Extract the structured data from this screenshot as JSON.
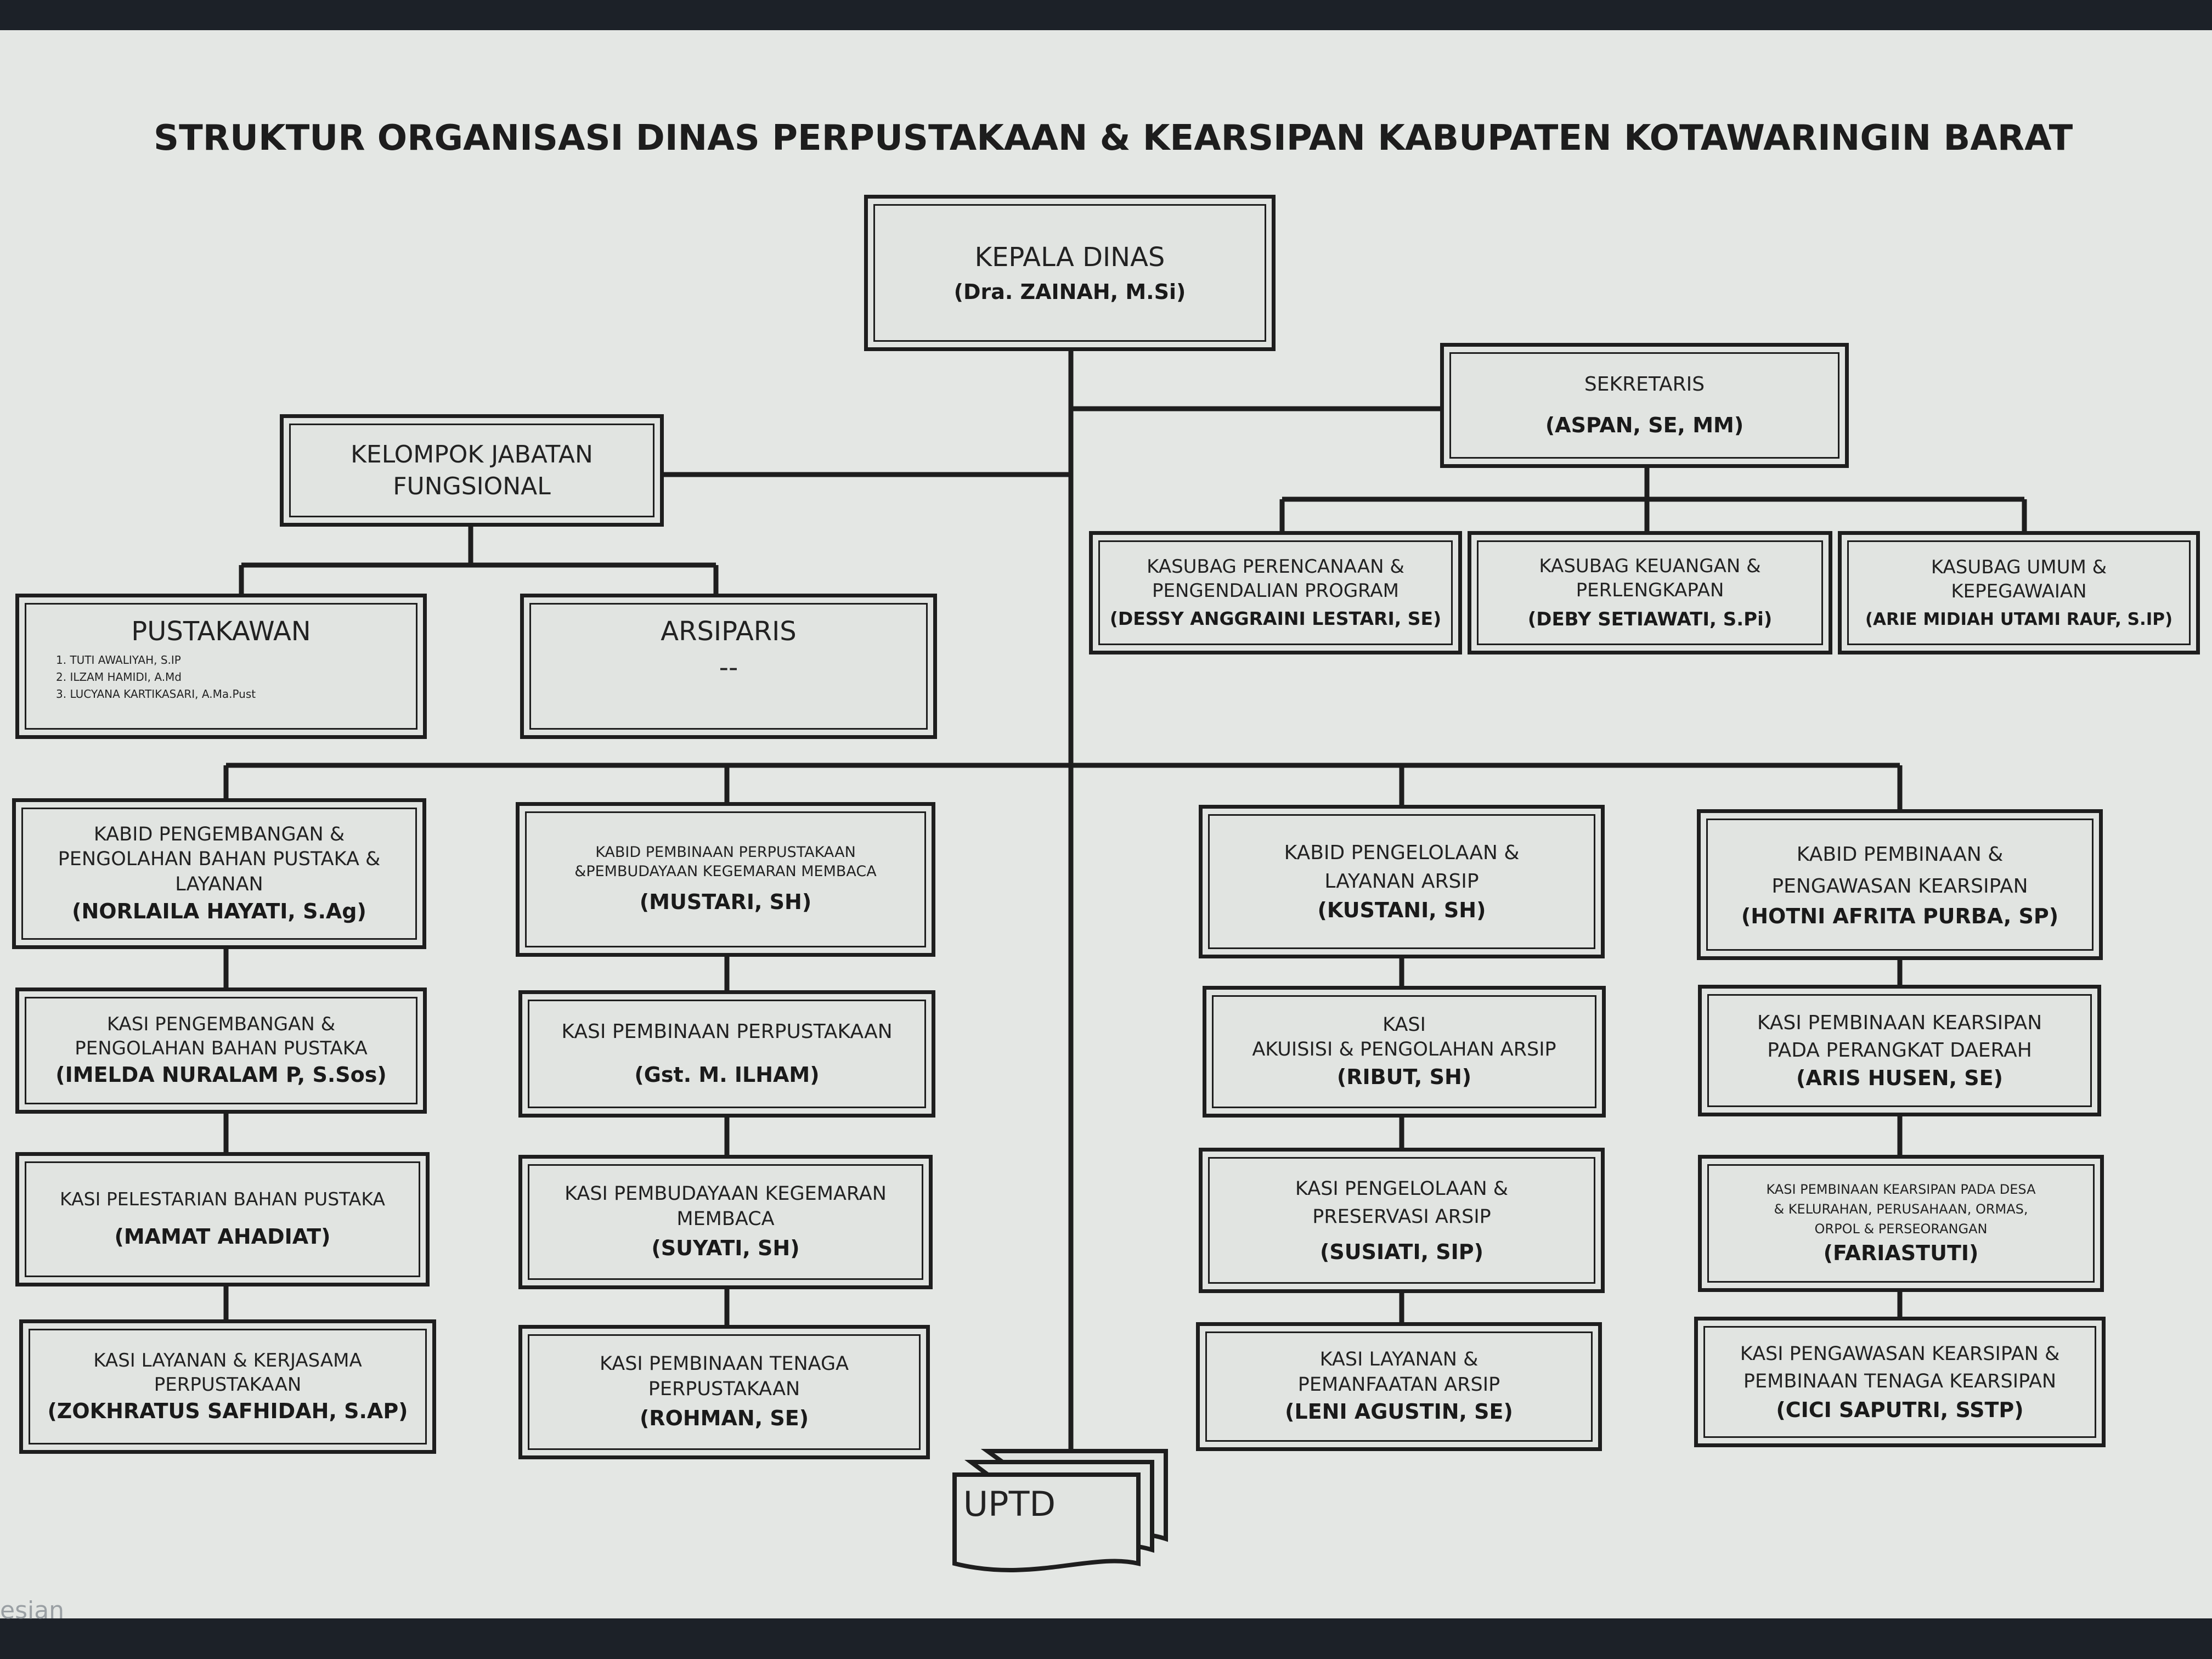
{
  "title": "STRUKTUR ORGANISASI DINAS PERPUSTAKAAN & KEARSIPAN KABUPATEN KOTAWARINGIN BARAT",
  "kepala": {
    "role": "KEPALA DINAS",
    "person": "(Dra. ZAINAH, M.Si)"
  },
  "sekretaris": {
    "role": "SEKRETARIS",
    "person": "(ASPAN, SE, MM)"
  },
  "kelompok": {
    "role": "KELOMPOK   JABATAN\nFUNGSIONAL"
  },
  "kasubag": [
    {
      "role": "KASUBAG PERENCANAAN &\nPENGENDALIAN PROGRAM",
      "person": "(DESSY ANGGRAINI LESTARI, SE)"
    },
    {
      "role": "KASUBAG KEUANGAN &\nPERLENGKAPAN",
      "person": "(DEBY SETIAWATI, S.Pi)"
    },
    {
      "role": "KASUBAG UMUM &\nKEPEGAWAIAN",
      "person": "(ARIE MIDIAH UTAMI RAUF, S.IP)"
    }
  ],
  "pustakawan": {
    "role": "PUSTAKAWAN",
    "members": [
      "1.  TUTI AWALIYAH,   S.IP",
      "2.  ILZAM HAMIDI, A.Md",
      "3.  LUCYANA KARTIKASARI,    A.Ma.Pust"
    ]
  },
  "arsiparis": {
    "role": "ARSIPARIS",
    "person": "--"
  },
  "columns": [
    {
      "kabid": {
        "role": "KABID PENGEMBANGAN &\nPENGOLAHAN BAHAN PUSTAKA &\nLAYANAN",
        "person": "(NORLAILA HAYATI, S.Ag)"
      },
      "kasi": [
        {
          "role": "KASI PENGEMBANGAN  &\nPENGOLAHAN BAHAN PUSTAKA",
          "person": "(IMELDA NURALAM P, S.Sos)"
        },
        {
          "role": "KASI PELESTARIAN BAHAN PUSTAKA",
          "person": "(MAMAT AHADIAT)"
        },
        {
          "role": "KASI LAYANAN & KERJASAMA\nPERPUSTAKAAN",
          "person": "(ZOKHRATUS SAFHIDAH, S.AP)"
        }
      ]
    },
    {
      "kabid": {
        "role": "KABID PEMBINAAN  PERPUSTAKAAN\n&PEMBUDAYAAN   KEGEMARAN  MEMBACA",
        "person": "(MUSTARI, SH)"
      },
      "kasi": [
        {
          "role": "KASI PEMBINAAN PERPUSTAKAAN",
          "person": "(Gst. M. ILHAM)"
        },
        {
          "role": "KASI PEMBUDAYAAN KEGEMARAN\nMEMBACA",
          "person": "(SUYATI, SH)"
        },
        {
          "role": "KASI PEMBINAAN TENAGA\nPERPUSTAKAAN",
          "person": "(ROHMAN, SE)"
        }
      ]
    },
    {
      "kabid": {
        "role": "KABID PENGELOLAAN &\nLAYANAN ARSIP",
        "person": "(KUSTANI, SH)"
      },
      "kasi": [
        {
          "role": "KASI\nAKUISISI & PENGOLAHAN ARSIP",
          "person": "(RIBUT, SH)"
        },
        {
          "role": "KASI PENGELOLAAN &\nPRESERVASI ARSIP",
          "person": "(SUSIATI, SIP)"
        },
        {
          "role": "KASI LAYANAN &\nPEMANFAATAN ARSIP",
          "person": "(LENI AGUSTIN, SE)"
        }
      ]
    },
    {
      "kabid": {
        "role": "KABID PEMBINAAN  &\nPENGAWASAN KEARSIPAN",
        "person": "(HOTNI AFRITA PURBA, SP)"
      },
      "kasi": [
        {
          "role": "KASI PEMBINAAN  KEARSIPAN\nPADA PERANGKAT DAERAH",
          "person": "(ARIS HUSEN, SE)"
        },
        {
          "role": "KASI   PEMBINAAN   KEARSIPAN  PADA  DESA\n& KELURAHAN,  PERUSAHAAN,   ORMAS,\nORPOL & PERSEORANGAN",
          "person": "(FARIASTUTI)"
        },
        {
          "role": "KASI PENGAWASAN  KEARSIPAN &\nPEMBINAAN TENAGA KEARSIPAN",
          "person": "(CICI SAPUTRI, SSTP)"
        }
      ]
    }
  ],
  "uptd": {
    "label": "UPTD"
  },
  "taskbar_text": "esian"
}
